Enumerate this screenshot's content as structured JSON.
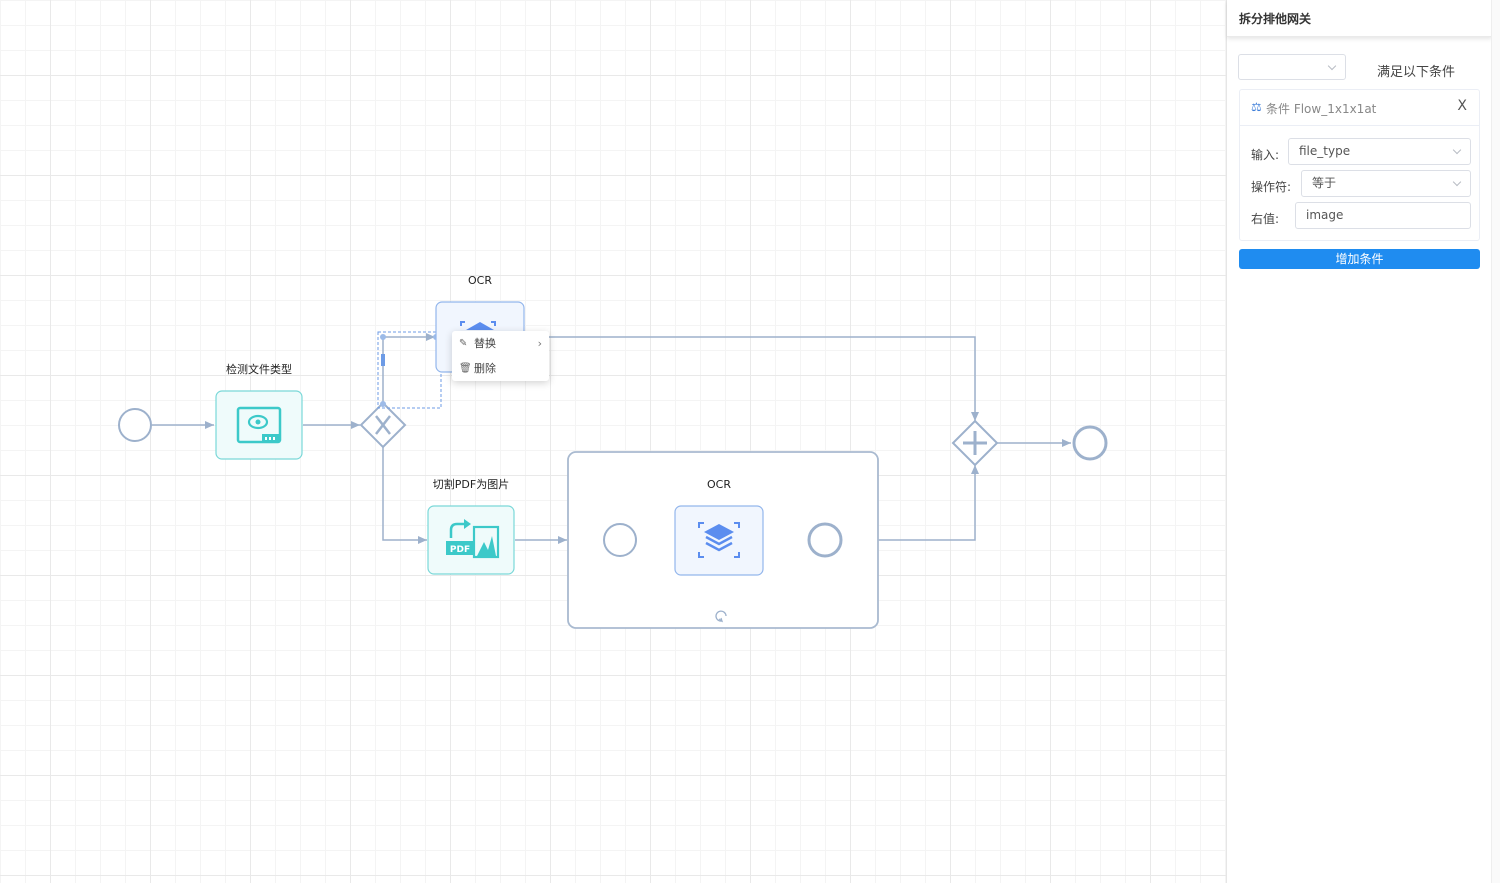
{
  "canvas": {
    "nodes": {
      "detect_task_label": "检测文件类型",
      "ocr_task_label": "OCR",
      "pdf_task_label": "切割PDF为图片",
      "pdf_icon_text": "PDF",
      "subprocess_label": "OCR"
    },
    "context_menu": {
      "replace_label": "替换",
      "delete_label": "删除"
    }
  },
  "panel": {
    "title": "拆分排他网关",
    "mode_select_value": "",
    "mode_label": "满足以下条件",
    "condition": {
      "title": "条件 Flow_1x1x1at",
      "close_label": "X",
      "input_label": "输入:",
      "input_value": "file_type",
      "operator_label": "操作符:",
      "operator_value": "等于",
      "right_label": "右值:",
      "right_value": "image"
    },
    "add_button_label": "增加条件"
  },
  "colors": {
    "accent": "#1f8cf0",
    "task_teal": "#3cc9c9",
    "task_blue": "#5b8def",
    "flow_line": "#9db1cc"
  }
}
